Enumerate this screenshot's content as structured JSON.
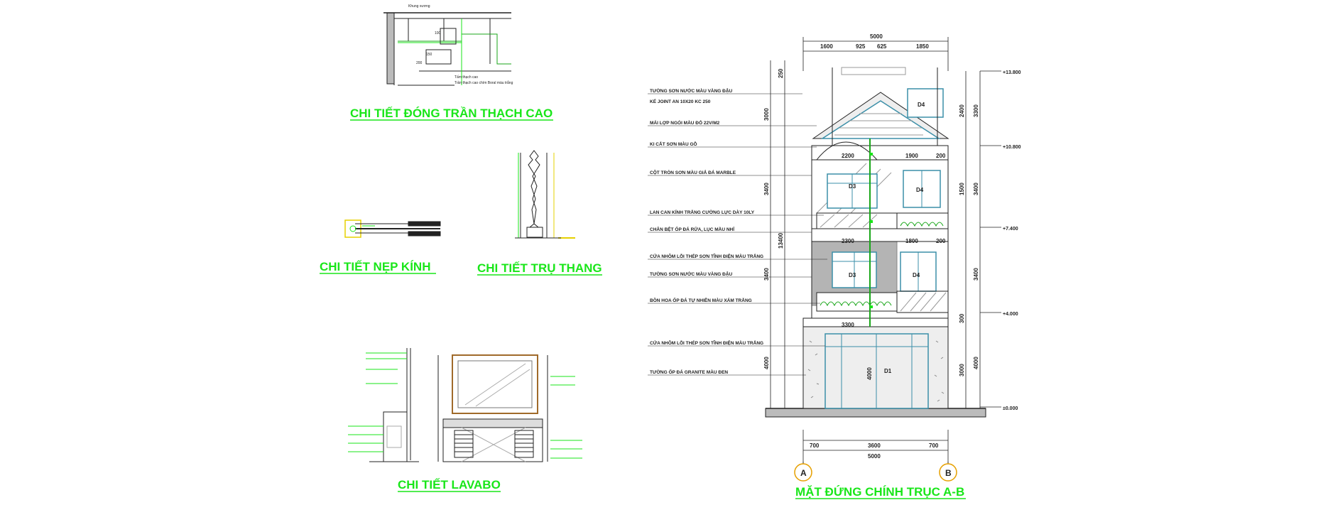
{
  "titles": {
    "ceiling": "CHI TIẾT ĐÓNG TRẦN THẠCH CAO",
    "glass": "CHI TIẾT NẸP KÍNH",
    "post": "CHI TIẾT TRỤ THANG",
    "lavabo": "CHI TIẾT LAVABO",
    "elevation": "MẶT ĐỨNG CHÍNH TRỤC A-B"
  },
  "ceiling_notes": [
    "Khung xương",
    "Tấm thạch cao",
    "Trần thạch cao chìm Boral màu trắng"
  ],
  "ceiling_dims": [
    "100",
    "150",
    "200"
  ],
  "elevation": {
    "top_dims": [
      "5000",
      "1600",
      "925",
      "625",
      "1850"
    ],
    "bottom_dims": [
      "700",
      "3600",
      "700",
      "5000"
    ],
    "floor_dims": [
      "2200",
      "1900",
      "200",
      "2300",
      "1800",
      "200",
      "3300"
    ],
    "left_dims": [
      "3000",
      "3400",
      "3400",
      "4000",
      "13400",
      "250"
    ],
    "right_dims": [
      "2400",
      "3300",
      "1500",
      "3400",
      "3400",
      "300",
      "4000",
      "3000",
      "4000"
    ],
    "levels": [
      "+13.800",
      "+10.800",
      "+7.400",
      "+4.000",
      "±0.000"
    ],
    "axes": [
      "A",
      "B"
    ],
    "tags": [
      "D4",
      "D4",
      "D3",
      "D4",
      "D3",
      "D1"
    ],
    "notes": [
      "TƯỜNG SƠN NƯỚC MÀU VÀNG ĐẬU",
      "KÉ JOINT AN 10X20 KC 250",
      "MÁI LỢP NGÓI MÀU ĐỎ 22V/M2",
      "KI CẮT SƠN MÀU GỖ",
      "CỘT TRÒN SƠN MÀU GIẢ ĐÁ MARBLE",
      "LAN CAN KÍNH TRẮNG CƯỜNG LỰC DÀY 10LY",
      "CHÂN BỆT ỐP ĐÁ RỬA, LỤC MẦU NHỈ",
      "CỬA NHÔM LỖI THÉP SƠN TĨNH ĐIỆN MÀU TRẮNG",
      "TƯỜNG SƠN NƯỚC MÀU VÀNG ĐẬU",
      "BỒN HOA ỐP ĐÁ TỰ NHIÊN MÀU XÁM TRẮNG",
      "CỬA NHÔM LỖI THÉP SƠN TĨNH ĐIỆN MÀU TRẮNG",
      "TƯỜNG ỐP ĐÁ GRANITE MÀU ĐEN"
    ]
  }
}
